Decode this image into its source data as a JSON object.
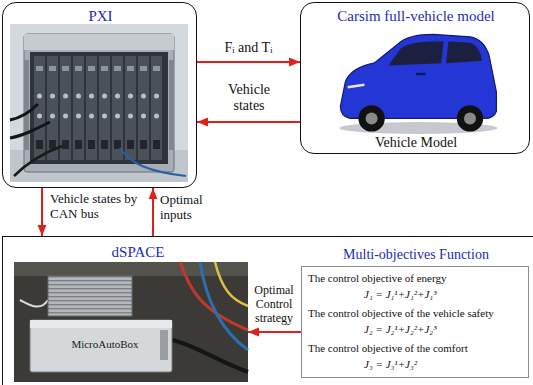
{
  "diagram": {
    "nodes": [
      {
        "text": [
          "PXI"
        ]
      },
      {
        "text": [
          "Carsim full-vehicle model",
          "Vehicle Model"
        ]
      },
      {
        "text": [
          "dSPACE"
        ]
      },
      {
        "text": [
          "MicroAutoBox"
        ],
        "in": 2
      },
      {
        "text": [
          "Multi-objectives Function",
          "The control objective of energy",
          "J₁ = J₁¹+J₁²+J₁³",
          "The control objective of the vehicle safety",
          "J₂ = J₂¹+J₂²+J₂³",
          "The control objective of the comfort",
          "J₃ = J₃¹+J₃²"
        ],
        "in": 2
      }
    ],
    "edges": [
      {
        "from": 0,
        "to": 1,
        "label": "Fᵢ and Tᵢ",
        "arrow": "to"
      },
      {
        "from": 1,
        "to": 0,
        "label": "Vehicle states",
        "arrow": "to"
      },
      {
        "from": 0,
        "to": 2,
        "label": "Vehicle states by CAN bus",
        "arrow": "to"
      },
      {
        "from": 2,
        "to": 0,
        "label": "Optimal inputs",
        "arrow": "to"
      },
      {
        "from": 4,
        "to": 3,
        "label": "Optimal Control strategy",
        "arrow": "to"
      }
    ]
  }
}
